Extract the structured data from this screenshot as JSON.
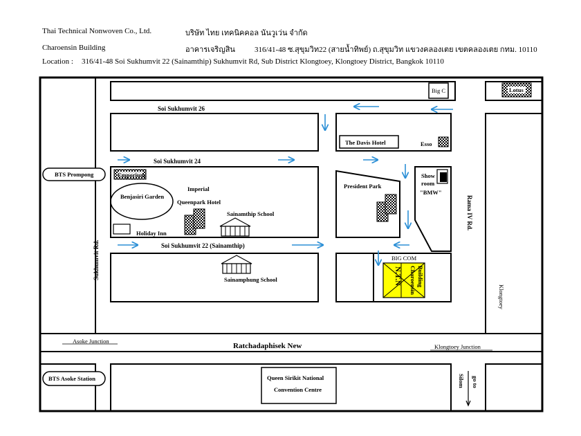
{
  "header": {
    "company_en": "Thai Technical Nonwoven Co., Ltd.",
    "company_th": "บริษัท ไทย เทคนิคคอล นันวูเว่น จำกัด",
    "building_en": "Charoensin Building",
    "building_th": "อาคารเจริญสิน",
    "address_th": "316/41-48 ซ.สุขุมวิท22 (สายน้ำทิพย์) ถ.สุขุมวิท แขวงคลองเตย เขตคลองเตย กทม. 10110",
    "location_label": "Location :",
    "location_text": "316/41-48 Soi Sukhumvit 22 (Sainamthip) Sukhumvit Rd, Sub District Klongtoey, Klongtoey District, Bangkok 10110"
  },
  "map": {
    "roads": {
      "soi26": "Soi Sukhumvit 26",
      "soi24": "Soi Sukhumvit 24",
      "soi22": "Soi Sukhumvit 22 (Sainamthip)",
      "sukhumvit": "Sukhumvit Rd.",
      "rama4": "Rama IV Rd.",
      "ratchadaphisek": "Ratchadaphisek New",
      "klongtoey_road": "Klongtoey"
    },
    "places": {
      "big_c": "Big C",
      "lotus": "Lotus",
      "davis_hotel": "The Davis Hotel",
      "esso": "Esso",
      "emporium": "Emporium",
      "benjasiri_garden": "Benjasiri Garden",
      "imperial": "Imperial",
      "queenpark_hotel": "Queenpark Hotel",
      "sainamthip_school": "Sainamthip School",
      "holiday_inn": "Holiday Inn",
      "president_park": "President Park",
      "show_room_1": "Show",
      "show_room_2": "room",
      "bmw": "\"BMW\"",
      "big_com": "BIG COM",
      "ntn": "N.T.N",
      "charoensin": "Charoensin",
      "building": "Building",
      "sainamphung_school": "Sainamphung School",
      "qsncc_1": "Queen Sirikit National",
      "qsncc_2": "Convention Centre"
    },
    "stations": {
      "bts_prompong": "BTS Prompong",
      "bts_asoke": "BTS Asoke Station"
    },
    "junctions": {
      "asoke": "Asoke Junction",
      "klongtoey": "Klongtoey Junction"
    },
    "direction": {
      "go_to": "go to",
      "silom": "Silom"
    },
    "colors": {
      "arrow": "#2b8fd6",
      "highlight": "#ffff00"
    }
  }
}
